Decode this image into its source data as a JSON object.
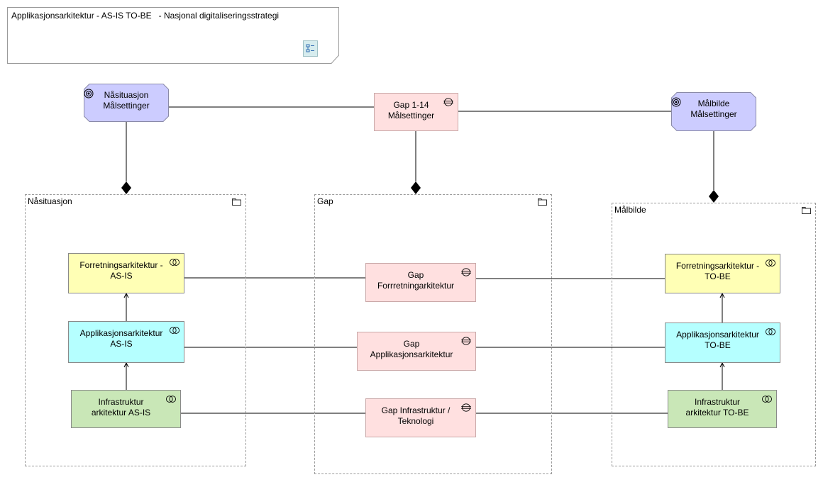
{
  "note": {
    "text": "Applikasjonsarkitektur - AS-IS TO-BE   - Nasjonal digitaliseringsstrategi"
  },
  "groups": {
    "current": "Nåsituasjon",
    "gap": "Gap",
    "target": "Målbilde"
  },
  "goals": {
    "current": "Nåsituasjon\nMålsettinger",
    "gap": "Gap 1-14\nMålsettinger",
    "target": "Målbilde\nMålsettinger"
  },
  "current": {
    "business": "Forretningsarkitektur -\nAS-IS",
    "application": "Applikasjonsarkitektur\nAS-IS",
    "infrastructure": "Infrastruktur\narkitektur AS-IS"
  },
  "gap": {
    "business": "Gap\nForrretningarkitektur",
    "application": "Gap\nApplikasjonsarkitektur",
    "infrastructure": "Gap Infrastruktur /\nTeknologi"
  },
  "target": {
    "business": "Forretningsarkitektur -\nTO-BE",
    "application": "Applikasjonsarkitektur\nTO-BE",
    "infrastructure": "Infrastruktur\narkitektur TO-BE"
  },
  "colors": {
    "goal": "#ccccff",
    "business": "#ffffb5",
    "application": "#b5ffff",
    "technology": "#c9e7b7",
    "gap": "#ffe0e0"
  },
  "icons": {
    "note": "list-icon",
    "goal": "target-icon",
    "group": "folder-icon",
    "layer": "collaboration-icon",
    "gap": "gap-icon"
  }
}
